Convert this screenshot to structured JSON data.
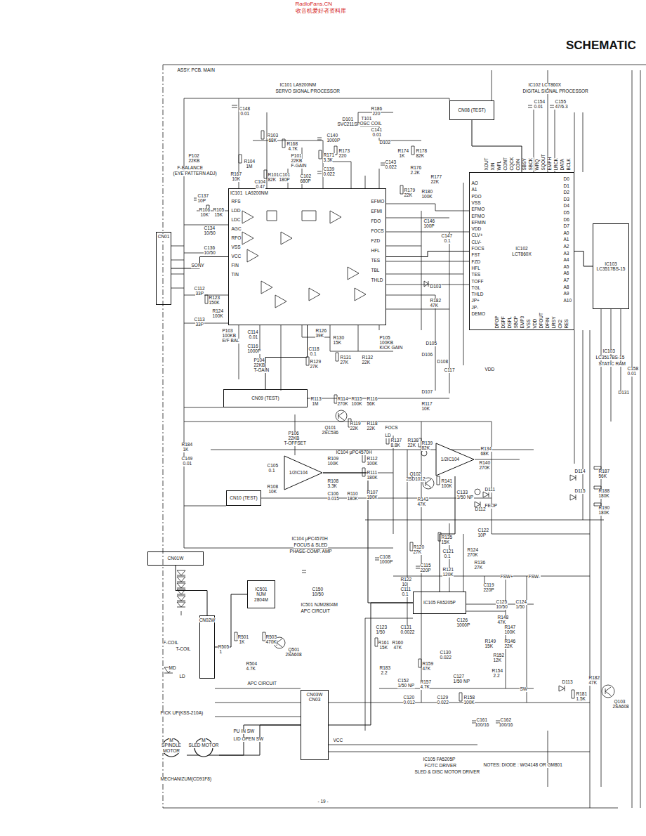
{
  "diagram": {
    "title": "SCHEMATIC",
    "nodes": [
      {
        "text": [
          "IC101",
          "LA9200NM"
        ]
      },
      {
        "text": [
          "IC102",
          "LCT860X"
        ]
      },
      {
        "text": [
          "IC103",
          "LC3517BS-15"
        ]
      },
      {
        "text": [
          "1/2IC104"
        ]
      },
      {
        "text": [
          "1/2IC104"
        ]
      },
      {
        "text": [
          "IC105 FA5205P"
        ]
      },
      {
        "text": [
          "IC501",
          "NJM 2804M"
        ]
      },
      {
        "text": [
          "CN01"
        ]
      },
      {
        "text": [
          "CN08 (TEST)"
        ]
      },
      {
        "text": [
          "CN09 (TEST)"
        ]
      },
      {
        "text": [
          "CN10 (TEST)"
        ]
      },
      {
        "text": [
          "CN01W"
        ]
      },
      {
        "text": [
          "CN02W"
        ]
      },
      {
        "text": [
          "CN03W",
          "CN03"
        ]
      },
      {
        "text": [
          "M",
          "SPINDLE MOTOR"
        ]
      },
      {
        "text": [
          "M",
          "SLED MOTOR"
        ]
      }
    ],
    "edges": [
      {
        "from": 7,
        "to": 0,
        "arrow": "none"
      },
      {
        "from": 0,
        "to": 1,
        "arrow": "none"
      },
      {
        "from": 1,
        "to": 2,
        "arrow": "none"
      },
      {
        "from": 9,
        "to": 0,
        "arrow": "none"
      },
      {
        "from": 3,
        "to": 5,
        "arrow": "none"
      },
      {
        "from": 4,
        "to": 5,
        "arrow": "none"
      },
      {
        "from": 5,
        "to": 13,
        "arrow": "none"
      },
      {
        "from": 13,
        "to": 14,
        "arrow": "none"
      },
      {
        "from": 13,
        "to": 15,
        "arrow": "none"
      },
      {
        "from": 11,
        "to": 12,
        "arrow": "none"
      },
      {
        "from": 12,
        "to": 6,
        "arrow": "none"
      },
      {
        "from": 8,
        "to": 1,
        "arrow": "none"
      }
    ],
    "labels": [
      "RadioFans.CN",
      "收音机爱好者资料库",
      "ASSY. PCB. MAIN",
      "IC101 LA9200NM",
      "SERVO SIGNAL PROCESSOR",
      "IC102 LCT860X",
      "DIGITAL SIGNAL PROCESSOR",
      "IC103",
      "LC3517BS-15",
      "STATIC RAM",
      "IC104 μPC4570H",
      "IC104 μPC4570H",
      "FOCUS & SLED",
      "PHASE-COMP. AMP",
      "IC501 NJM2804M",
      "APC CIRCUIT",
      "APC CIRCUIT",
      "PICK UP(KSS-210A)",
      "MECHANIZUM(CD91F8)",
      "PU IN SW",
      "LID OPEN SW",
      "IC105 FA5205P",
      "FC/TC DRIVER",
      "SLED & DISC MOTOR DRIVER",
      "NOTES: DIODE : WG4148 OR GM801",
      "- 19 -",
      "F-BALANCE",
      "(EYE PATTERN ADJ)",
      "SONY",
      "F-COIL",
      "T-COIL",
      "LD",
      "MD",
      "FEOP",
      "VDD",
      "FOCS",
      "LD",
      "C148",
      "0.01",
      "R186",
      "220",
      "C154",
      "0.01",
      "C155",
      "47/6.3",
      "R103",
      "68K",
      "R168",
      "4.7K",
      "P101",
      "22KB",
      "F-GAIN",
      "R104",
      "1M",
      "P102",
      "22KB",
      "R101",
      "82K",
      "C101",
      "180P",
      "C104",
      "0.47",
      "C102",
      "680P",
      "R167",
      "10K",
      "D101",
      "SVC211SP",
      "T101",
      "OSC COIL",
      "C141",
      "0.01",
      "C140",
      "1000P",
      "R173",
      "220",
      "R174",
      "1K",
      "R171",
      "3.3K",
      "C139",
      "0.022",
      "C143",
      "0.022",
      "D102",
      "R178",
      "82K",
      "R176",
      "2.2K",
      "R177",
      "22K",
      "R179",
      "22K",
      "R180",
      "100K",
      "C146",
      "100P",
      "C147",
      "0.1",
      "C137",
      "10P",
      "R106",
      "10K",
      "R105",
      "15K",
      "C134",
      "10/50",
      "C136",
      "10/50",
      "C112",
      "33P",
      "R123",
      "150K",
      "C113",
      "33P",
      "P103",
      "100KB",
      "E/F BAL",
      "R124",
      "100K",
      "C114",
      "0.01",
      "C116",
      "1000P",
      "P104",
      "22KB",
      "T-GAIN",
      "C118",
      "0.1",
      "R129",
      "27K",
      "R126",
      "39K",
      "R130",
      "15K",
      "R131",
      "27K",
      "R132",
      "22K",
      "P105",
      "100KB",
      "KICK GAIN",
      "D103",
      "R182",
      "47K",
      "D105",
      "D106",
      "D108",
      "C117",
      "D107",
      "R113",
      "1M",
      "R114",
      "270K",
      "R115",
      "100K",
      "R116",
      "56K",
      "R117",
      "10K",
      "R119",
      "22K",
      "R118",
      "22K",
      "Q101",
      "2SC536",
      "P106",
      "22KB",
      "T-OFFSET",
      "R184",
      "1K",
      "C149",
      "0.01",
      "R109",
      "100K",
      "R112",
      "100K",
      "R108",
      "3.3K",
      "R111",
      "180K",
      "C106",
      "0.015",
      "R110",
      "180K",
      "R107",
      "180K",
      "C105",
      "0.1",
      "R108",
      "10K",
      "R137",
      "8.8K",
      "R138",
      "22K",
      "R139",
      "82K",
      "R134",
      "68K",
      "R140",
      "270K",
      "Q102",
      "2SD1012",
      "R141",
      "100K",
      "R143",
      "47K",
      "C133",
      "1/50 NP",
      "D111",
      "D112",
      "R120",
      "27K",
      "R135",
      "15K",
      "C121",
      "0.1",
      "R136",
      "27K",
      "C108",
      "1000P",
      "C115",
      "220P",
      "R121",
      "120K",
      "C122",
      "10P",
      "R124",
      "270K",
      "C119",
      "220P",
      "R122",
      "10",
      "C111",
      "0.1",
      "C125",
      "10/50",
      "C124",
      "1/50",
      "R147",
      "100K",
      "R148",
      "47K",
      "R149",
      "15K",
      "R146",
      "22K",
      "C126",
      "1000P",
      "C131",
      "0.0022",
      "C123",
      "1/50",
      "R161",
      "15K",
      "R160",
      "47K",
      "R159",
      "47K",
      "C130",
      "0.022",
      "R183",
      "2.2",
      "C152",
      "1/50 NP",
      "R157",
      "4.7K",
      "C127",
      "1/50 NP",
      "R158",
      "100K",
      "C120",
      "0.012",
      "C129",
      "0.022",
      "R152",
      "12K",
      "R154",
      "2.2",
      "C161",
      "100/16",
      "C162",
      "100/16",
      "D113",
      "R181",
      "1.5K",
      "R182",
      "47K",
      "Q103",
      "2SA608",
      "C150",
      "10/50",
      "R501",
      "1K",
      "R503",
      "470K",
      "R504",
      "4.7K",
      "R505",
      "1",
      "Q501",
      "2SA608",
      "R187",
      "56K",
      "R188",
      "180K",
      "R190",
      "180K",
      "D114",
      "D115",
      "D131",
      "C158",
      "0.01",
      "VCC",
      "SW",
      "FSW+",
      "FSW-",
      "AO",
      "A1",
      "PDO",
      "VSS",
      "EFMO",
      "EFMO",
      "EFMIN",
      "VDD",
      "CLV+",
      "CLV-",
      "FOCS",
      "FST",
      "FZD",
      "HFL",
      "TES",
      "TOFF",
      "TGL",
      "THLD",
      "JP+",
      "JP-",
      "DEMO",
      "D0",
      "D1",
      "D2",
      "D3",
      "D4",
      "D5",
      "D6",
      "D7",
      "A0",
      "A1",
      "A2",
      "A3",
      "A4",
      "A5",
      "A6",
      "A7",
      "A8",
      "A9",
      "A10",
      "XOUT",
      "XIN",
      "WFL",
      "CONT",
      "CQCK",
      "COIN",
      "SBSY",
      "SBCK",
      "WRQ",
      "SQOUT",
      "EMPH",
      "LRCK",
      "DATA",
      "BCLK",
      "DFOP",
      "DSPF",
      "DSPL",
      "SBCP",
      "EMP3",
      "VSS",
      "VDD",
      "DFOUT",
      "DFIN",
      "LRSY",
      "CK2",
      "RES",
      "RFS",
      "LDD",
      "LDC",
      "AGC",
      "RFO",
      "VSS",
      "VCC",
      "FIN",
      "TIN",
      "EFMO",
      "EFMI",
      "FDO",
      "FOCS",
      "FZD",
      "HFL",
      "TES",
      "TBL",
      "THLD"
    ]
  }
}
